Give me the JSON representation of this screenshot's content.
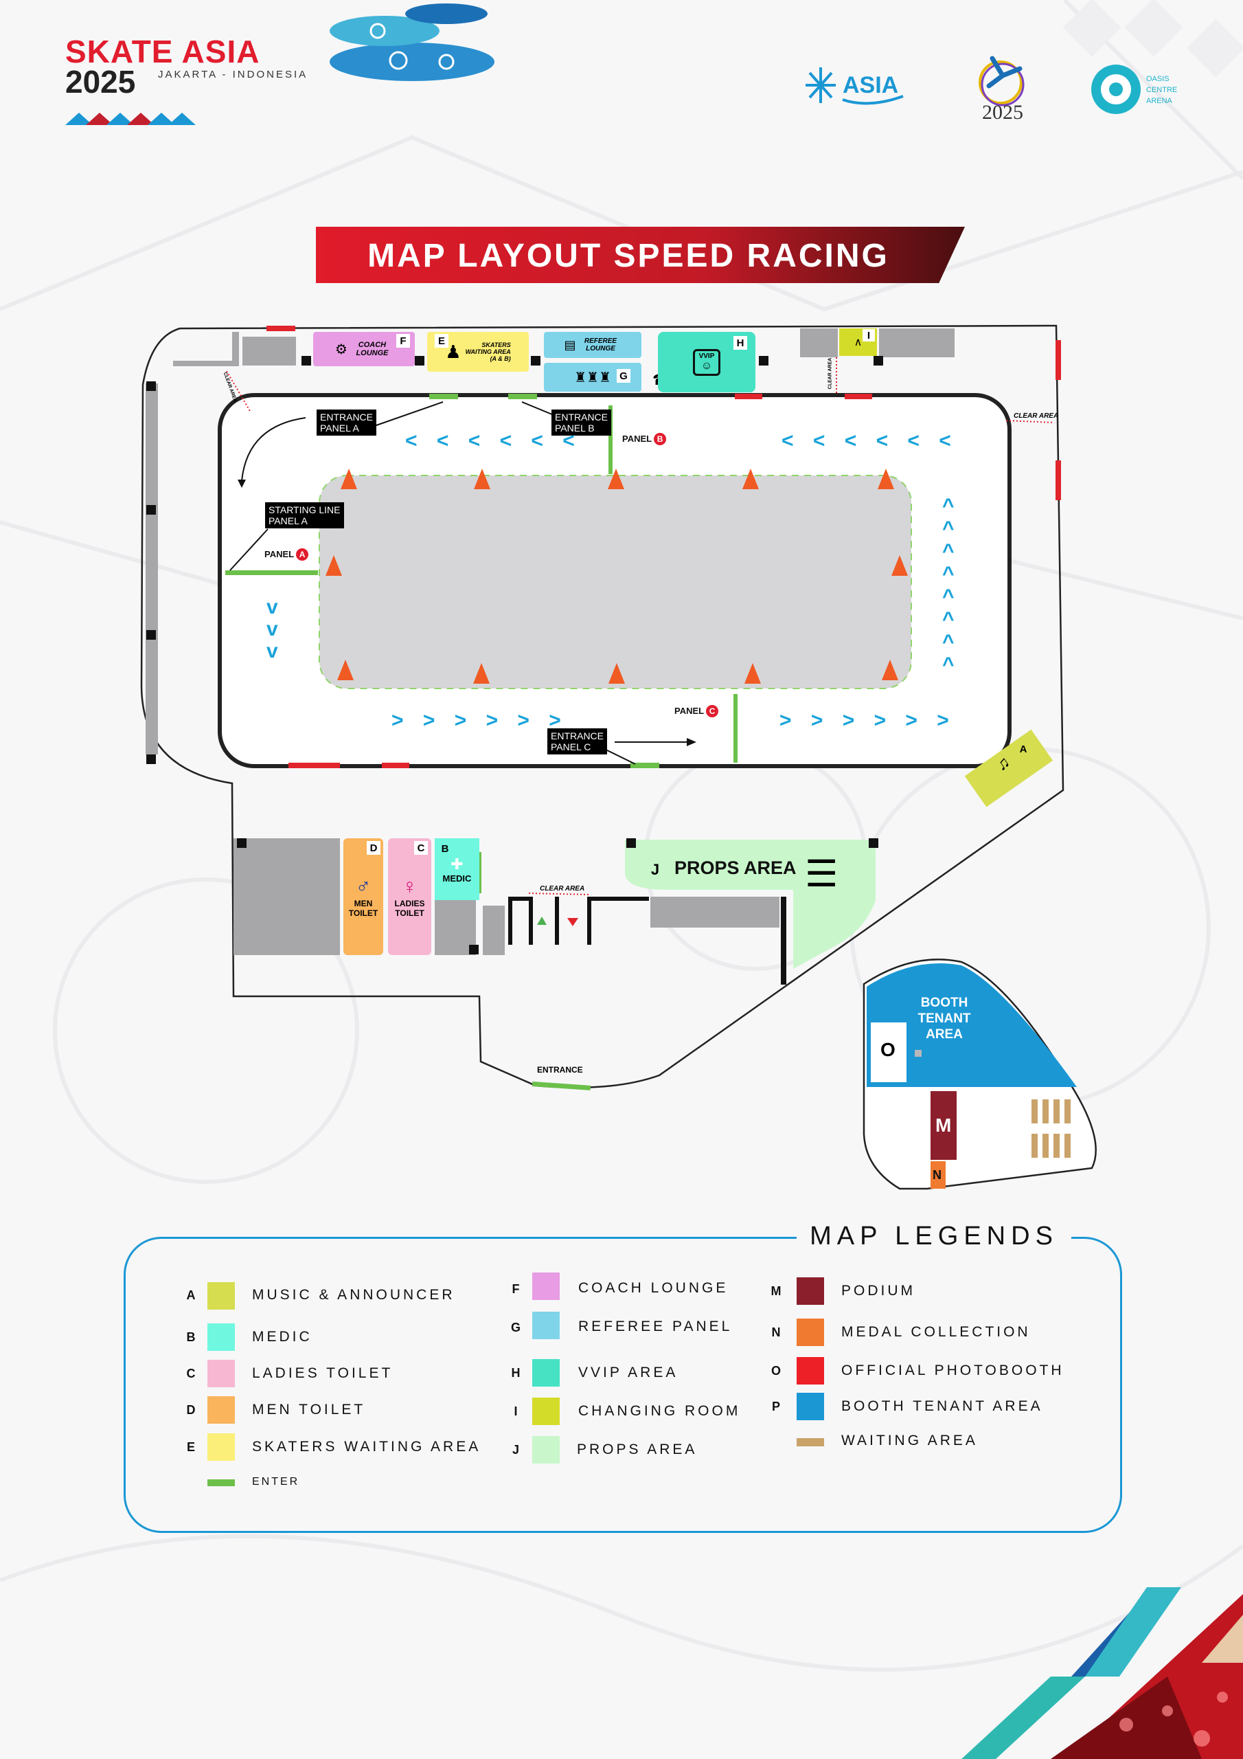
{
  "brand": {
    "title": "SKATE ASIA",
    "year": "2025",
    "place": "JAKARTA - INDONESIA"
  },
  "logos": {
    "asia": "ASIA",
    "year2025": "2025",
    "oasis_lines": [
      "OASIS",
      "CENTRE",
      "ARENA"
    ]
  },
  "map_title": "MAP LAYOUT SPEED RACING",
  "map": {
    "coach_lounge": "COACH LOUNGE",
    "skaters_waiting": [
      "SKATERS",
      "WAITING AREA",
      "(A & B)"
    ],
    "referee_lounge": "REFEREE LOUNGE",
    "vvip": "VVIP",
    "entrance_panel_a": [
      "ENTRANCE",
      "PANEL A"
    ],
    "entrance_panel_b": [
      "ENTRANCE",
      "PANEL B"
    ],
    "entrance_panel_c": [
      "ENTRANCE",
      "PANEL C"
    ],
    "starting_line": [
      "STARTING LINE",
      "PANEL A"
    ],
    "panel_word": "PANEL",
    "panel_a": "A",
    "panel_b": "B",
    "panel_c": "C",
    "clear_area": "CLEAR AREA",
    "men_toilet": [
      "MEN",
      "TOILET"
    ],
    "ladies_toilet": [
      "LADIES",
      "TOILET"
    ],
    "medic": "MEDIC",
    "props_area": "PROPS AREA",
    "booth_tenant": [
      "BOOTH",
      "TENANT",
      "AREA"
    ],
    "entrance": "ENTRANCE",
    "letters": {
      "A": "A",
      "B": "B",
      "C": "C",
      "D": "D",
      "E": "E",
      "F": "F",
      "G": "G",
      "H": "H",
      "I": "I",
      "J": "J",
      "M": "M",
      "N": "N",
      "O": "O"
    },
    "arrows_left": "< < < < < <",
    "arrows_right": "> > > > > >",
    "arrows_down": "v",
    "arrows_up": "^"
  },
  "legend": {
    "title": "MAP LEGENDS",
    "col1": [
      {
        "letter": "A",
        "label": "MUSIC & ANNOUNCER",
        "color": "#d6dd4f"
      },
      {
        "letter": "B",
        "label": "MEDIC",
        "color": "#6ff7df"
      },
      {
        "letter": "C",
        "label": "LADIES TOILET",
        "color": "#f7b7d2"
      },
      {
        "letter": "D",
        "label": "MEN TOILET",
        "color": "#f9b45c"
      },
      {
        "letter": "E",
        "label": "SKATERS WAITING AREA",
        "color": "#fbef79"
      },
      {
        "letter": "",
        "label": "ENTER",
        "color": "#6cc04a"
      }
    ],
    "col2": [
      {
        "letter": "F",
        "label": "COACH LOUNGE",
        "color": "#e79ce3"
      },
      {
        "letter": "G",
        "label": "REFEREE PANEL",
        "color": "#7fd4ea"
      },
      {
        "letter": "H",
        "label": "VVIP AREA",
        "color": "#46e2c3"
      },
      {
        "letter": "I",
        "label": "CHANGING ROOM",
        "color": "#d4dc2a"
      },
      {
        "letter": "J",
        "label": "PROPS AREA",
        "color": "#c9f7cb"
      }
    ],
    "col3": [
      {
        "letter": "M",
        "label": "PODIUM",
        "color": "#8b1f2b"
      },
      {
        "letter": "N",
        "label": "MEDAL COLLECTION",
        "color": "#f07a30"
      },
      {
        "letter": "O",
        "label": "OFFICIAL PHOTOBOOTH",
        "color": "#ed2028"
      },
      {
        "letter": "P",
        "label": "BOOTH TENANT AREA",
        "color": "#1b97d4"
      },
      {
        "letter": "",
        "label": "WAITING AREA",
        "color": "#c9a36a"
      }
    ]
  }
}
